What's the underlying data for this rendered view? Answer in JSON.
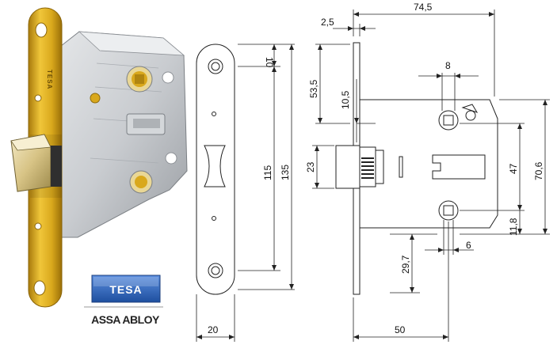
{
  "brand": {
    "logo_text": "TESA",
    "company": "ASSA ABLOY",
    "engraving": "TESA",
    "colors": {
      "brass": "#d9a81c",
      "brass_dark": "#a87a0c",
      "steel": "#c9ccd0",
      "steel_dark": "#8d9196",
      "logo_blue": "#2d62b8"
    }
  },
  "front_view": {
    "dim_width": "20",
    "dim_top_hole": "10",
    "dim_hole_spacing": "115",
    "dim_total_height": "135"
  },
  "side_view": {
    "dim_plate_thickness": "2,5",
    "dim_total_length": "74,5",
    "dim_spindle_square": "8",
    "dim_backset": "53,5",
    "dim_latch_offset": "10,5",
    "dim_latch_height": "23",
    "dim_spindle_to_bottom": "47",
    "dim_case_height": "70,6",
    "dim_bottom_hole": "11,8",
    "dim_lower_offset": "29,7",
    "dim_hole_diameter": "6",
    "dim_case_depth": "50"
  }
}
